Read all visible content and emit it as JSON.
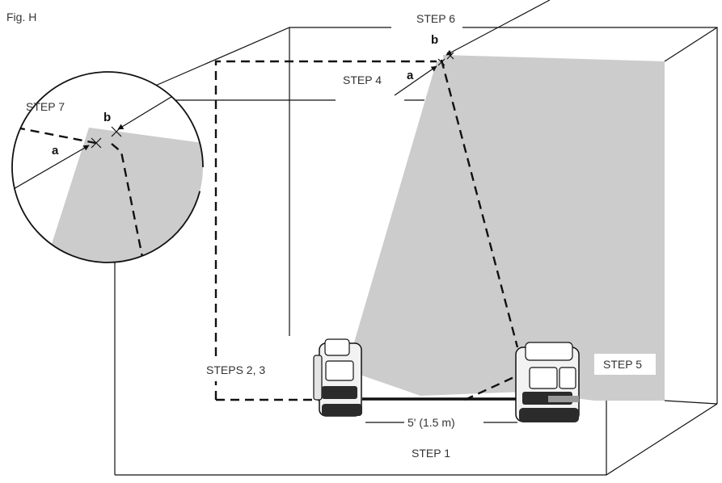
{
  "figure": {
    "label": "Fig. H"
  },
  "labels": {
    "step1": "STEP 1",
    "steps23": "STEPS 2, 3",
    "step4": "STEP 4",
    "step5": "STEP 5",
    "step6": "STEP 6",
    "step7": "STEP 7",
    "distance": "5' (1.5 m)"
  },
  "markers": {
    "a": "a",
    "b": "b"
  },
  "colors": {
    "beam": "#cccccc",
    "lines": "#111111",
    "text": "#333333"
  }
}
